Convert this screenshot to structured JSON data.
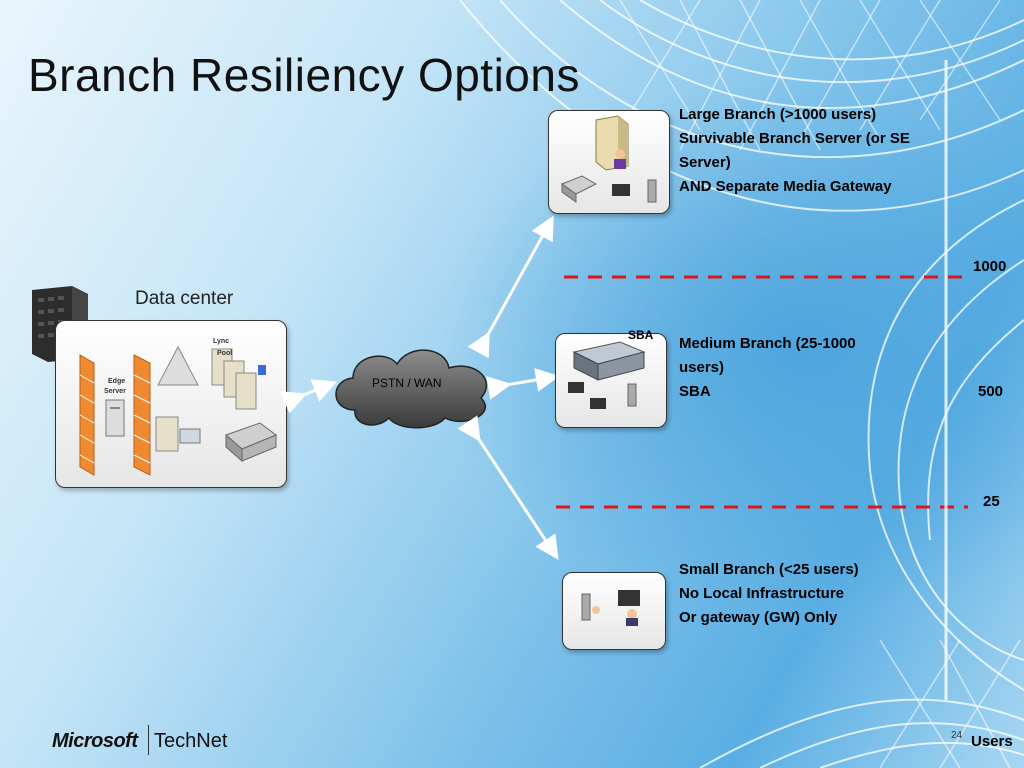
{
  "slide": {
    "title": "Branch Resiliency Options",
    "page_number": "24"
  },
  "datacenter": {
    "title": "Data center",
    "lync_label": "Lync",
    "pool_label": "Pool",
    "edge_label": "Edge",
    "server_label": "Server"
  },
  "cloud": {
    "label": "PSTN / WAN"
  },
  "large_branch": {
    "lines": [
      "Large Branch (>1000 users)",
      "Survivable Branch Server (or SE",
      "Server)",
      "AND Separate Media Gateway"
    ]
  },
  "medium_branch": {
    "tag": "SBA",
    "lines": [
      "Medium Branch (25-1000",
      "users)",
      "SBA"
    ]
  },
  "small_branch": {
    "lines": [
      "Small Branch (<25 users)",
      "No Local Infrastructure",
      "Or gateway (GW) Only"
    ]
  },
  "axis": {
    "label": "Users",
    "ticks": [
      "1000",
      "500",
      "25"
    ]
  },
  "footer": {
    "brand": "Microsoft",
    "product": "TechNet"
  },
  "colors": {
    "threshold_line": "#e0141b",
    "arrow": "#ffffff"
  }
}
